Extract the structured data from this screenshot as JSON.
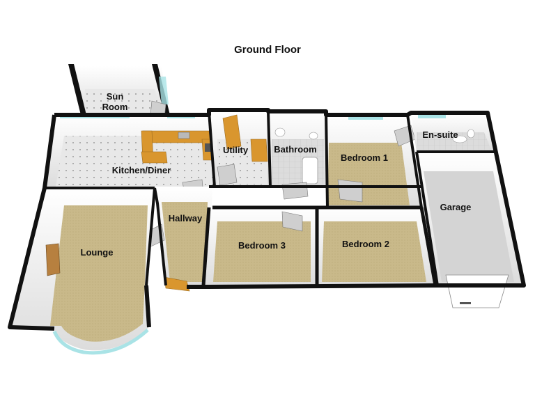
{
  "title": "Ground Floor",
  "rooms": {
    "sun_room": "Sun\nRoom",
    "kitchen_diner": "Kitchen/Diner",
    "utility": "Utility",
    "bathroom": "Bathroom",
    "bedroom_1": "Bedroom 1",
    "en_suite": "En-suite",
    "garage": "Garage",
    "hallway": "Hallway",
    "lounge": "Lounge",
    "bedroom_3": "Bedroom 3",
    "bedroom_2": "Bedroom 2"
  },
  "colors": {
    "wall": "#111111",
    "wall_inner": "#f2f2f2",
    "carpet": "#c9b98a",
    "tile": "#e6e6e6",
    "garage_floor": "#d4d4d4",
    "worktop": "#d9962e",
    "glass": "#a9e3e6"
  }
}
